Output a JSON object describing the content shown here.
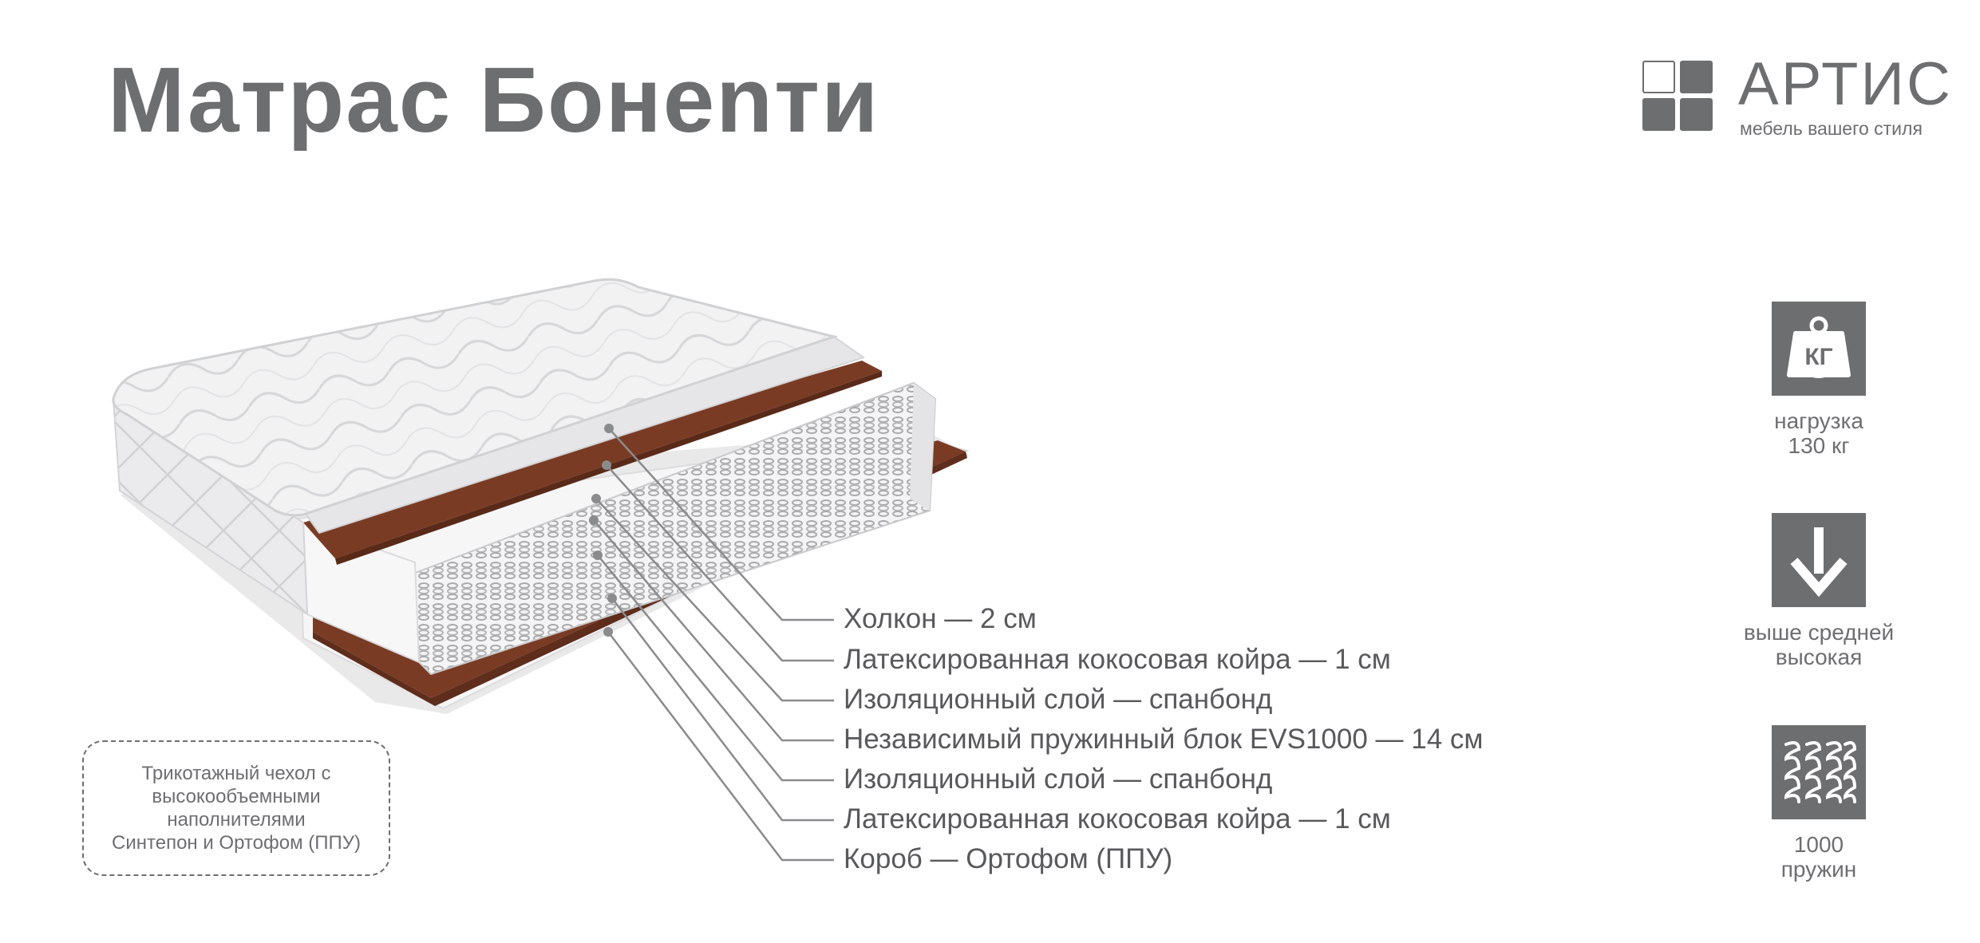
{
  "title": "Матрас Бонenти",
  "brand": {
    "name": "АРТИС",
    "slogan": "мебель вашего стиля",
    "colors": {
      "primary": "#6d6e70",
      "coir": "#7a3b24"
    }
  },
  "layers": [
    {
      "label": "Холкон — 2 см"
    },
    {
      "label": "Латексированная кокосовая койра — 1 см"
    },
    {
      "label": "Изоляционный слой — спанбонд"
    },
    {
      "label": "Независимый пружинный блок EVS1000 — 14 см"
    },
    {
      "label": "Изоляционный слой — спанбонд"
    },
    {
      "label": "Латексированная кокосовая койра — 1 см"
    },
    {
      "label": "Короб — Ортофом (ППУ)"
    }
  ],
  "cover_note": [
    "Трикотажный чехол с",
    "высокообъемными",
    "наполнителями",
    "Синтепон и Ортофом (ППУ)"
  ],
  "features": [
    {
      "icon": "weight-icon",
      "icon_text": "КГ",
      "caption": [
        "нагрузка",
        "130 кг"
      ]
    },
    {
      "icon": "down-arrow-icon",
      "caption": [
        "выше средней",
        "высокая"
      ]
    },
    {
      "icon": "springs-icon",
      "caption": [
        "1000",
        "пружин"
      ]
    }
  ]
}
